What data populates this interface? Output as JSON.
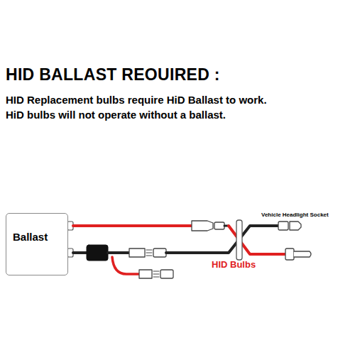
{
  "diagram": {
    "title": "HID BALLAST REOUIRED :",
    "nodes": [
      {
        "text": [
          "Ballast"
        ]
      }
    ],
    "labels": [
      "HID Replacement bulbs require HiD Ballast to work.",
      "HiD bulbs will not operate without a ballast.",
      "Vehicle Headlight Socket",
      "HID Bulbs"
    ]
  }
}
